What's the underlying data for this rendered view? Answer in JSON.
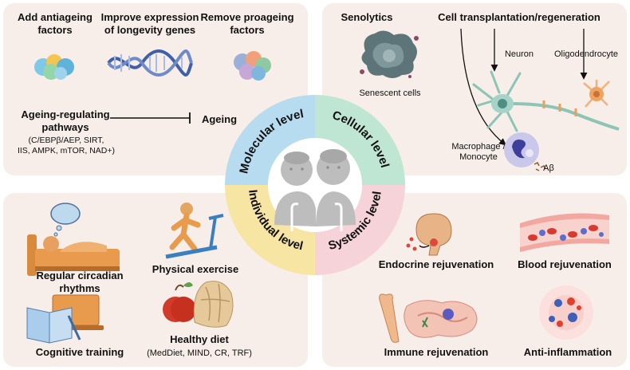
{
  "quadrants": {
    "molecular": {
      "level_label": "Molecular level",
      "add": "Add antiageing\nfactors",
      "improve": "Improve expression\nof longevity genes",
      "remove": "Remove proageing\nfactors",
      "pathways": "Ageing-regulating\npathways",
      "pathways_list": "(C/EBPβ/AEP, SIRT,\nIIS, AMPK, mTOR, NAD+)",
      "target": "Ageing"
    },
    "cellular": {
      "level_label": "Cellular level",
      "senolytics": "Senolytics",
      "senescent": "Senescent cells",
      "transplant": "Cell transplantation/regeneration",
      "neuron": "Neuron",
      "oligo": "Oligodendrocyte",
      "macrophage": "Macrophage /\nMonocyte",
      "abeta": "Aβ"
    },
    "individual": {
      "level_label": "Individual level",
      "circadian": "Regular circadian\nrhythms",
      "exercise": "Physical exercise",
      "cognitive": "Cognitive training",
      "diet": "Healthy diet",
      "diet_list": "(MedDiet, MIND, CR, TRF)"
    },
    "systemic": {
      "level_label": "Systemic level",
      "endocrine": "Endocrine rejuvenation",
      "blood": "Blood rejuvenation",
      "immune": "Immune rejuvenation",
      "inflammation": "Anti-inflammation"
    }
  },
  "colors": {
    "panel": "#f7eee9",
    "molecular": "#b7dcef",
    "cellular": "#bfe5d3",
    "individual": "#f6e5a3",
    "systemic": "#f6d3d8"
  }
}
